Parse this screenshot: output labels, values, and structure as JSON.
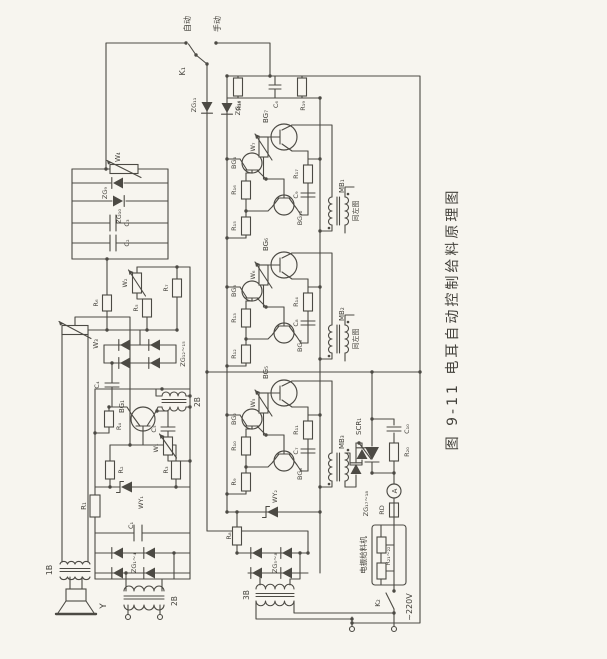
{
  "figure": {
    "caption": "图 9-11   电耳自动控制给料原理图"
  },
  "colors": {
    "paper": "#f7f5ef",
    "ink": "#4c4a44"
  },
  "labels": {
    "k1": "K₁",
    "auto": "自动",
    "manual": "手动",
    "zg11": "ZG₁₁",
    "zg16": "ZG₁₆",
    "r18": "R₁₈",
    "c6": "C₆",
    "r19": "R₁₉",
    "bg7": "BG₇",
    "w7": "W₇",
    "r17": "R₁₇",
    "bg4": "BG₄",
    "c9": "C₉",
    "r16": "R₁₆",
    "r15": "R₁₅",
    "bg10": "BG₁₀",
    "mb1": "MB₁",
    "same": "同左图",
    "bg6": "BG₆",
    "w6": "W₆",
    "r14": "R₁₄",
    "bg3": "BG₃",
    "c8": "C₈",
    "r13": "R₁₃",
    "r12": "R₁₂",
    "bg9": "BG₉",
    "mb2": "MB₂",
    "bg5": "BG₅",
    "w5": "W₅",
    "r11": "R₁₁",
    "bg2": "BG₂",
    "c7": "C₇",
    "r10": "R₁₀",
    "r9": "R₉",
    "bg8": "BG₈",
    "mb3": "MB₃",
    "scr1": "SCR₁",
    "zg1718": "ZG₁₇~₁₈",
    "c10": "C₁₀",
    "r20": "R₂₀",
    "amm": "A",
    "rd": "RD",
    "feeder": "电振给料机",
    "r2122": "R₂₁~₂₂",
    "k2": "K₂",
    "mains": "~220V",
    "wy2": "WY₂",
    "r8": "R₈",
    "zg58": "ZG₅~₈",
    "b3": "3B",
    "w4": "W₄",
    "zg9": "ZG₉",
    "zg10": "ZG₁₀",
    "c3": "C₃",
    "c2": "C₂",
    "w3": "W₃",
    "w2": "W₂",
    "r6": "R₆",
    "r5": "R₅",
    "r7": "R₇",
    "zg1215": "ZG₁₂~₁₅",
    "c4": "C₄",
    "r4": "R₄",
    "bg1": "BG₁",
    "b2": "2B",
    "c5": "C₅",
    "w1": "W₁",
    "r2": "R₂",
    "r3": "R₃",
    "wy1": "WY₁",
    "r1": "R₁",
    "c1": "C₁",
    "zg14": "ZG₁~₄",
    "b1": "1B",
    "y": "Y"
  }
}
